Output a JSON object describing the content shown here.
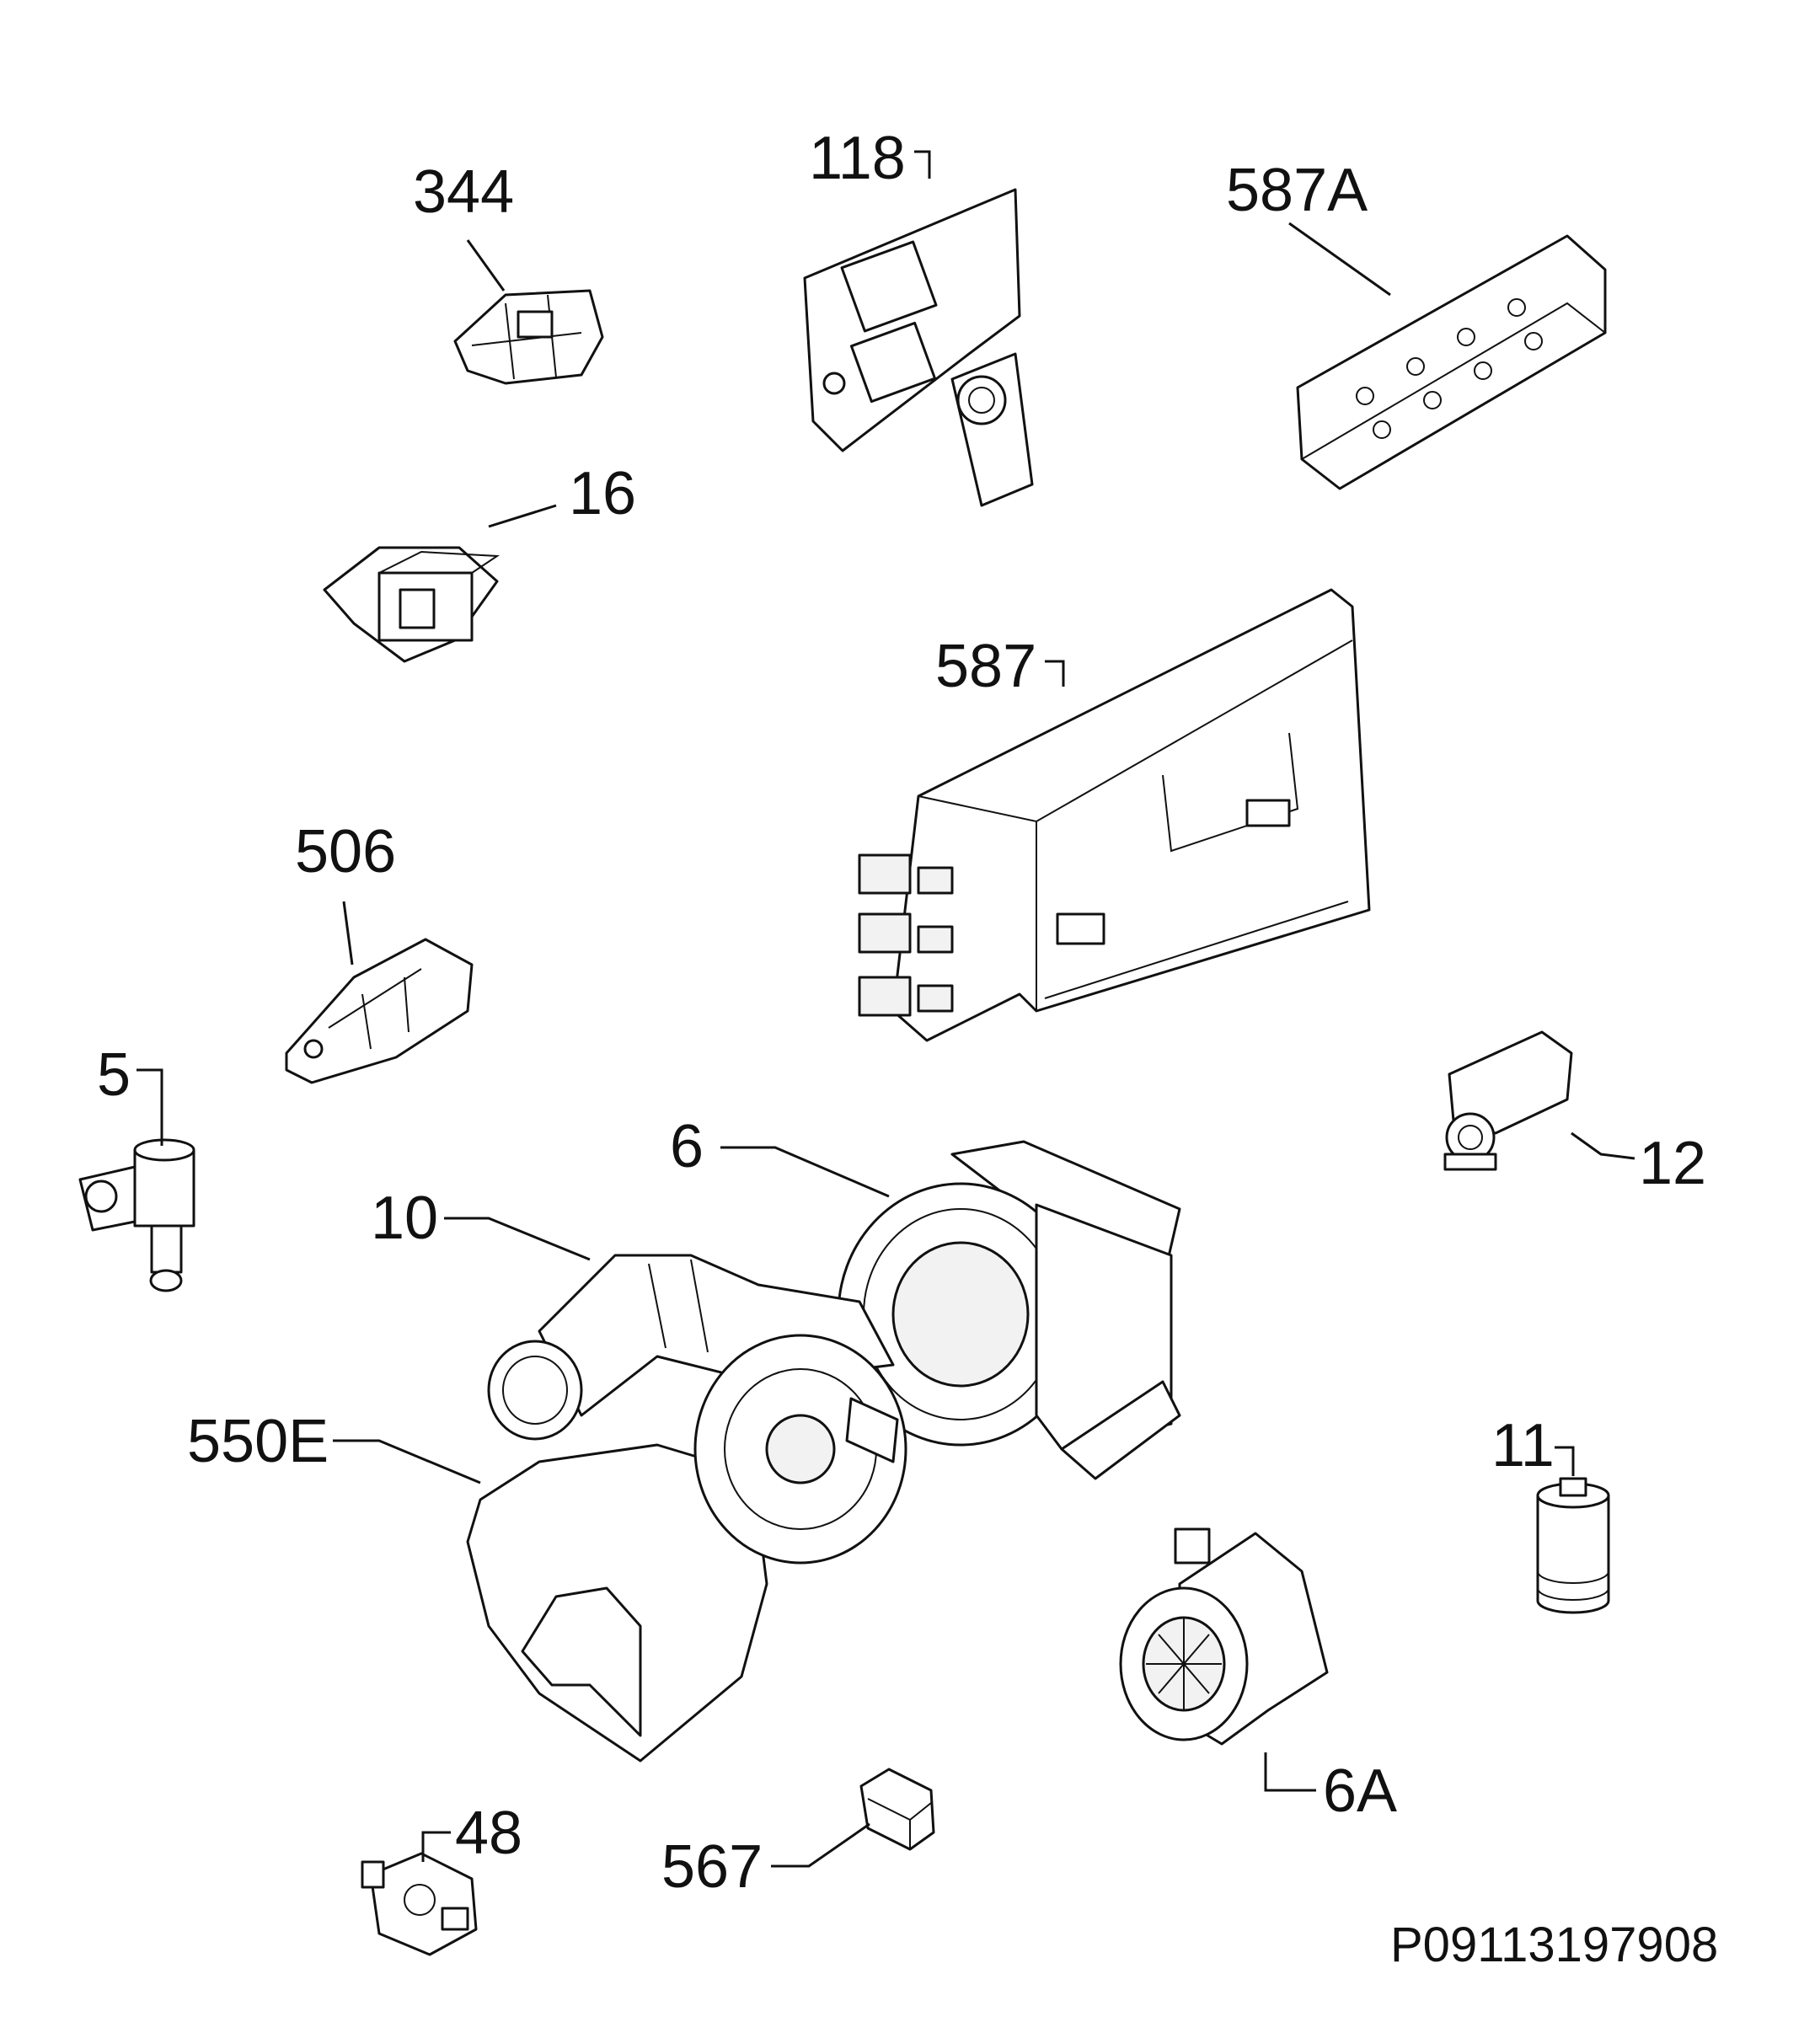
{
  "diagram_code": "P09113197908",
  "parts": [
    {
      "id": "p344",
      "label": "344"
    },
    {
      "id": "p118",
      "label": "118"
    },
    {
      "id": "p587A",
      "label": "587A"
    },
    {
      "id": "p16",
      "label": "16"
    },
    {
      "id": "p587",
      "label": "587"
    },
    {
      "id": "p506",
      "label": "506"
    },
    {
      "id": "p5",
      "label": "5"
    },
    {
      "id": "p12",
      "label": "12"
    },
    {
      "id": "p6",
      "label": "6"
    },
    {
      "id": "p10",
      "label": "10"
    },
    {
      "id": "p550E",
      "label": "550E"
    },
    {
      "id": "p11",
      "label": "11"
    },
    {
      "id": "p6A",
      "label": "6A"
    },
    {
      "id": "p48",
      "label": "48"
    },
    {
      "id": "p567",
      "label": "567"
    }
  ]
}
